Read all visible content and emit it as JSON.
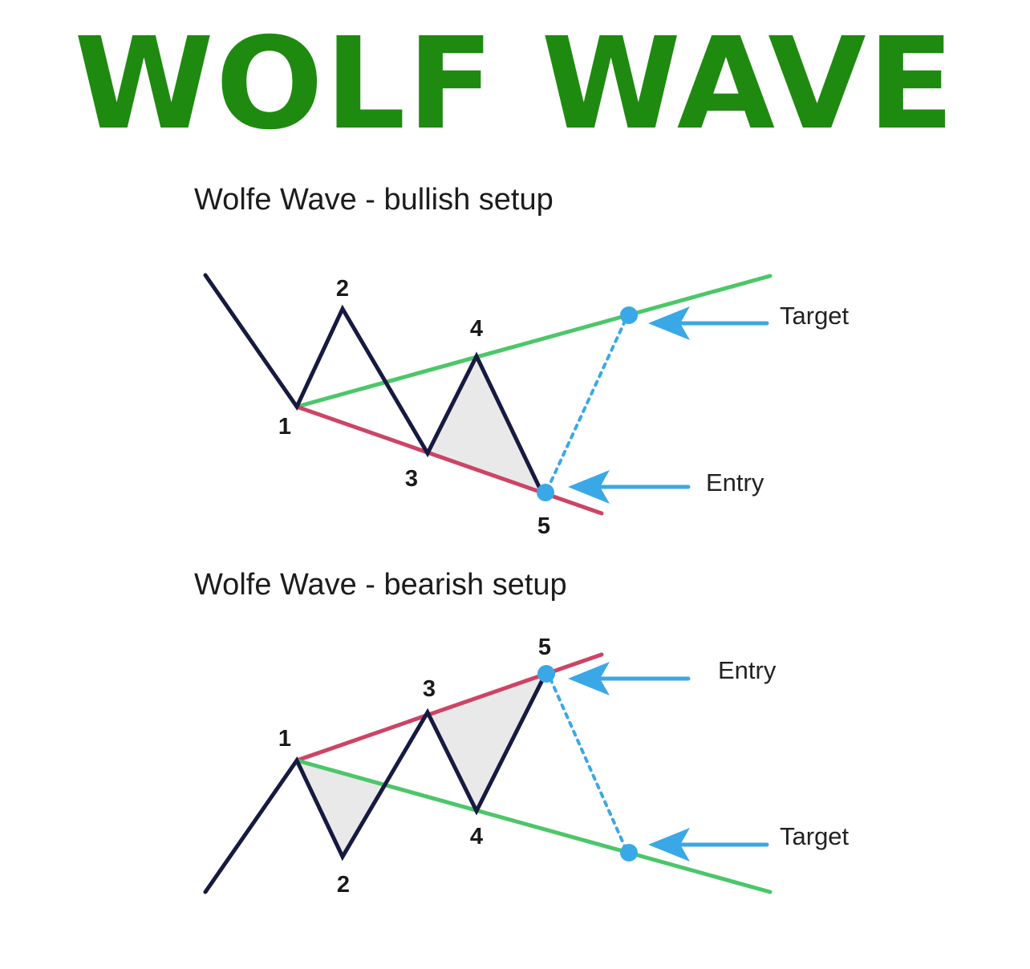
{
  "title": "WOLF WAVE",
  "colors": {
    "title": "#1f8a10",
    "wave": "#161a40",
    "support_line": "#cc4466",
    "target_line": "#4cc66a",
    "marker": "#3aa8e6",
    "arrow": "#3aa8e6",
    "fill": "#e9e9e9"
  },
  "bullish": {
    "title": "Wolfe Wave - bullish setup",
    "points": [
      "1",
      "2",
      "3",
      "4",
      "5"
    ],
    "entry_label": "Entry",
    "target_label": "Target"
  },
  "bearish": {
    "title": "Wolfe Wave - bearish setup",
    "points": [
      "1",
      "2",
      "3",
      "4",
      "5"
    ],
    "entry_label": "Entry",
    "target_label": "Target"
  }
}
